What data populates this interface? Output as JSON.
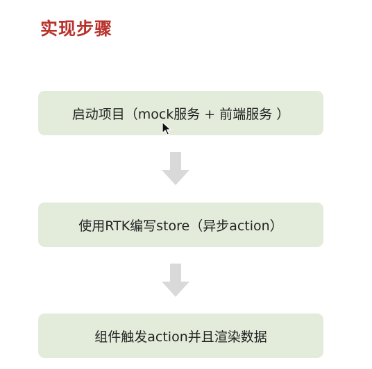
{
  "title": {
    "text": "实现步骤"
  },
  "colors": {
    "title": "#b8322b",
    "box_fill": "#e3ecda",
    "arrow": "#d9d9d9",
    "text": "#222222"
  },
  "steps": [
    {
      "label": "启动项目（mock服务 + 前端服务 ）"
    },
    {
      "label": "使用RTK编写store（异步action）"
    },
    {
      "label": "组件触发action并且渲染数据"
    }
  ],
  "arrows": [
    {
      "icon": "down-arrow-icon"
    },
    {
      "icon": "down-arrow-icon"
    }
  ],
  "cursor": {
    "icon": "mouse-pointer-icon"
  }
}
